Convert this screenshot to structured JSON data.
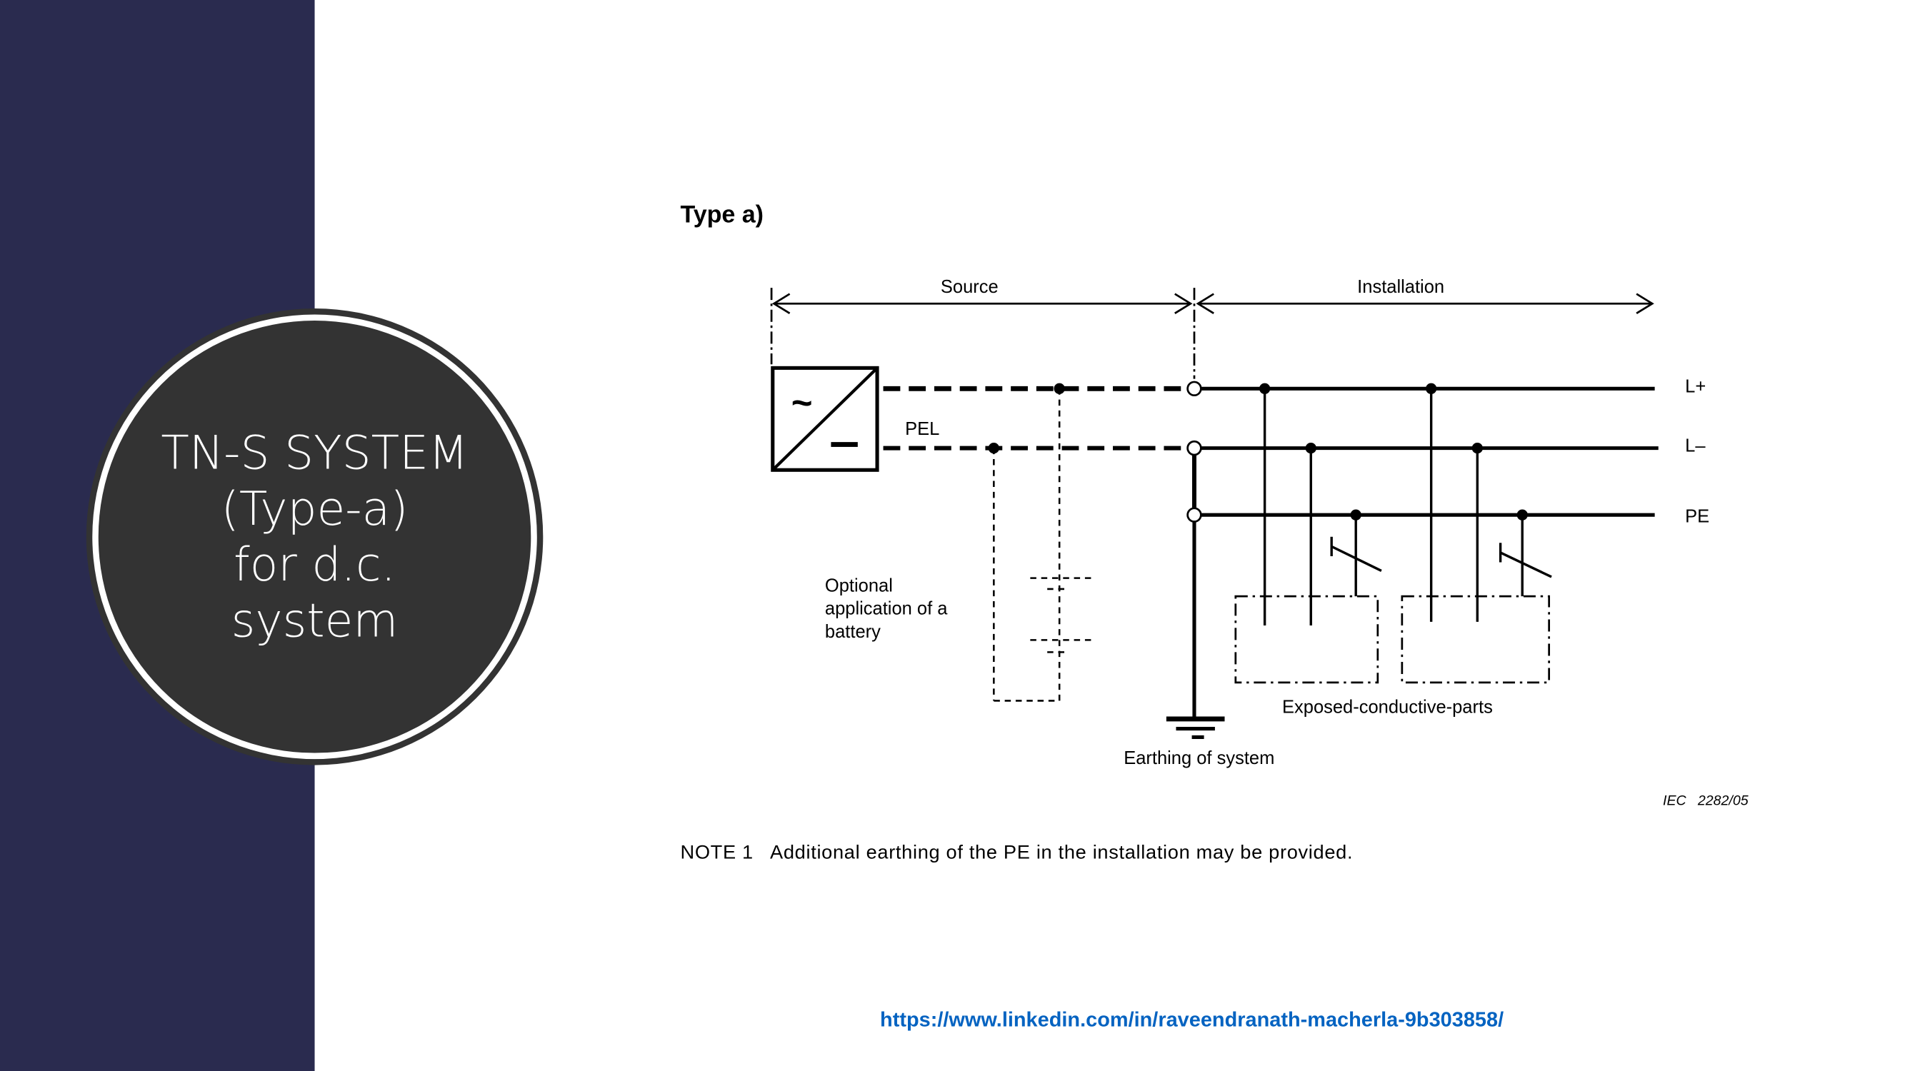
{
  "slide": {
    "title_lines": [
      "TN-S SYSTEM",
      "(Type-a)",
      "for d.c.",
      "system"
    ],
    "link": "https://www.linkedin.com/in/raveendranath-macherla-9b303858/"
  },
  "diagram": {
    "heading": "Type a)",
    "source_label": "Source",
    "installation_label": "Installation",
    "pel_label": "PEL",
    "converter_symbols": [
      "~",
      "–"
    ],
    "conductors": [
      "L+",
      "L–",
      "PE"
    ],
    "battery_note": [
      "Optional",
      "application of a",
      "battery"
    ],
    "earthing_label": "Earthing of system",
    "exposed_label": "Exposed-conductive-parts",
    "figure_ref": "IEC   2282/05",
    "note": "NOTE 1   Additional earthing of the PE in the installation may be provided."
  }
}
